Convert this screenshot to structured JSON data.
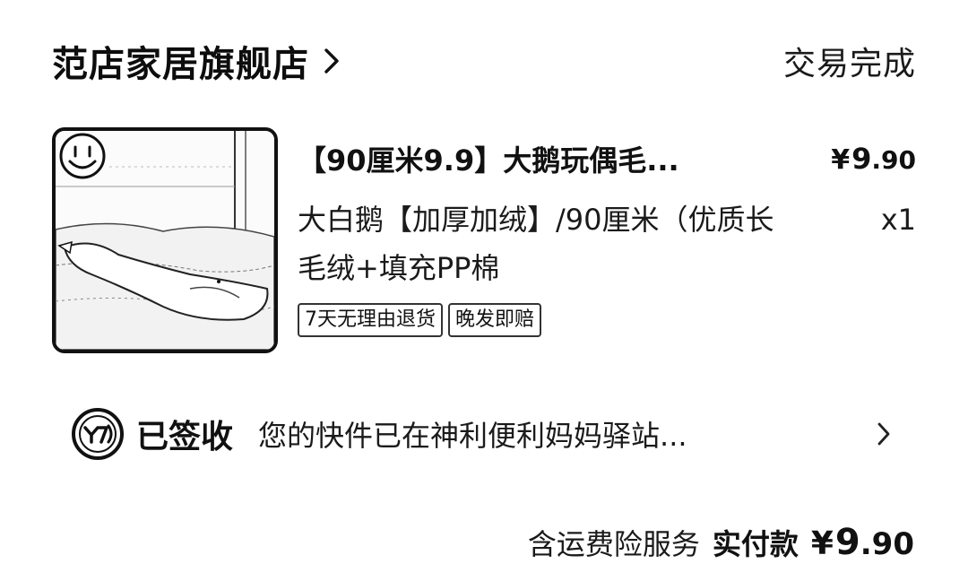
{
  "shop": {
    "name": "范店家居旗舰店",
    "order_status": "交易完成"
  },
  "product": {
    "title": "【90厘米9.9】大鹅玩偶毛...",
    "price": {
      "currency": "¥",
      "integer": "9",
      "decimal": ".90"
    },
    "spec": "大白鹅【加厚加绒】/90厘米（优质长毛绒+填充PP棉",
    "quantity": "x1",
    "tags": [
      "7天无理由退货",
      "晚发即赔"
    ]
  },
  "logistics": {
    "status": "已签收",
    "detail": "您的快件已在神利便利妈妈驿站..."
  },
  "footer": {
    "service": "含运费险服务",
    "paid_label": "实付款",
    "paid": {
      "currency": "¥",
      "integer": "9",
      "decimal": ".90"
    }
  },
  "icons": {
    "shop_chevron": "chevron-right-icon",
    "logistics_chevron": "chevron-right-icon",
    "courier_logo": "courier-logo-icon",
    "thumb_smiley": "smiley-icon"
  }
}
